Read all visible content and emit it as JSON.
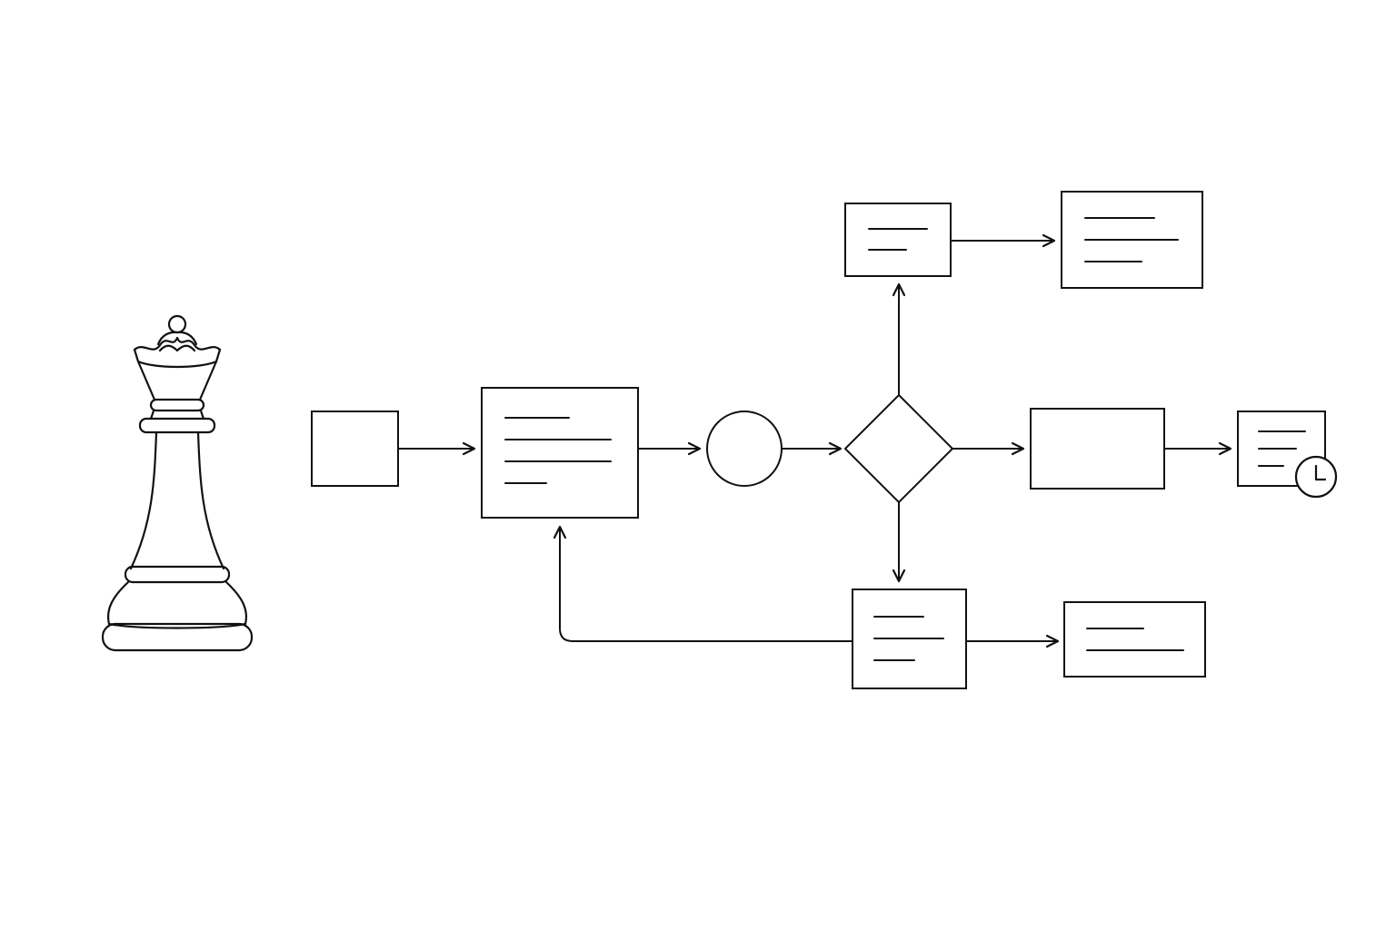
{
  "colors": {
    "background": "#ffffff",
    "stroke": "#111111"
  },
  "icons": {
    "piece": "chess-queen-icon",
    "timer": "clock-icon"
  },
  "nodes": [
    {
      "id": "start",
      "shape": "rectangle",
      "text_lines": 0
    },
    {
      "id": "process-main",
      "shape": "rectangle",
      "text_lines": 4
    },
    {
      "id": "junction",
      "shape": "circle",
      "text_lines": 0
    },
    {
      "id": "decision",
      "shape": "diamond",
      "text_lines": 0
    },
    {
      "id": "branch-top",
      "shape": "rectangle",
      "text_lines": 2
    },
    {
      "id": "result-top",
      "shape": "rectangle",
      "text_lines": 3
    },
    {
      "id": "branch-middle",
      "shape": "rectangle",
      "text_lines": 0
    },
    {
      "id": "timed-result",
      "shape": "rectangle",
      "text_lines": 3,
      "badge": "clock-icon"
    },
    {
      "id": "branch-bottom",
      "shape": "rectangle",
      "text_lines": 3
    },
    {
      "id": "result-bottom",
      "shape": "rectangle",
      "text_lines": 2
    }
  ],
  "edges": [
    {
      "from": "start",
      "to": "process-main"
    },
    {
      "from": "process-main",
      "to": "junction"
    },
    {
      "from": "junction",
      "to": "decision"
    },
    {
      "from": "decision",
      "to": "branch-top"
    },
    {
      "from": "decision",
      "to": "branch-middle"
    },
    {
      "from": "decision",
      "to": "branch-bottom"
    },
    {
      "from": "branch-top",
      "to": "result-top"
    },
    {
      "from": "branch-middle",
      "to": "timed-result"
    },
    {
      "from": "branch-bottom",
      "to": "result-bottom"
    },
    {
      "from": "branch-bottom",
      "to": "process-main",
      "type": "loop-back"
    }
  ]
}
